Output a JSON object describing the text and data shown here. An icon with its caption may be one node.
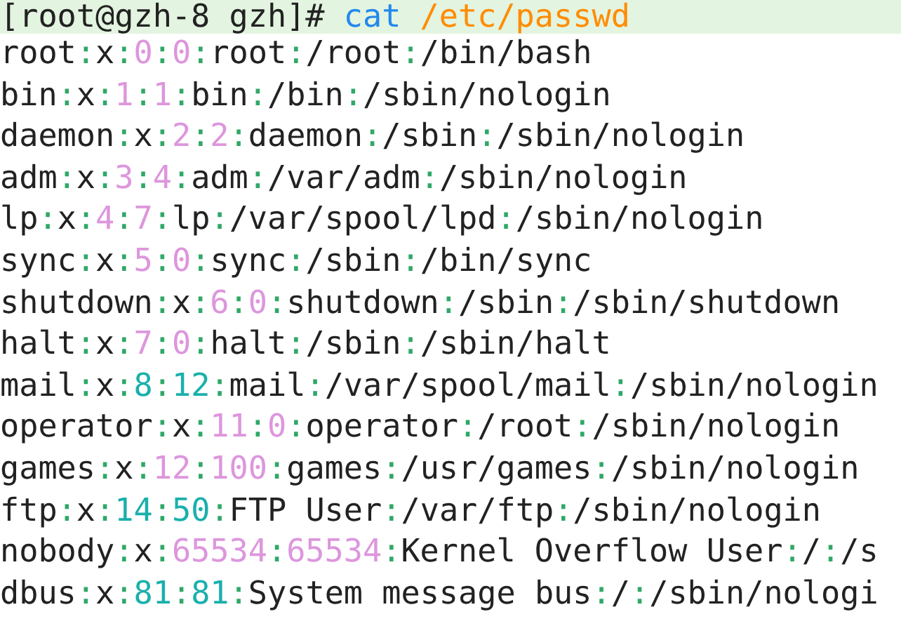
{
  "diagram": {
    "labels": [
      "[root@gzh-8 gzh]# cat /etc/passwd",
      "root:x:0:0:root:/root:/bin/bash",
      "bin:x:1:1:bin:/bin:/sbin/nologin",
      "daemon:x:2:2:daemon:/sbin:/sbin/nologin",
      "adm:x:3:4:adm:/var/adm:/sbin/nologin",
      "lp:x:4:7:lp:/var/spool/lpd:/sbin/nologin",
      "sync:x:5:0:sync:/sbin:/bin/sync",
      "shutdown:x:6:0:shutdown:/sbin:/sbin/shutdown",
      "halt:x:7:0:halt:/sbin:/sbin/halt",
      "mail:x:8:12:mail:/var/spool/mail:/sbin/nologin",
      "operator:x:11:0:operator:/root:/sbin/nologin",
      "games:x:12:100:games:/usr/games:/sbin/nologin",
      "ftp:x:14:50:FTP User:/var/ftp:/sbin/nologin",
      "nobody:x:65534:65534:Kernel Overflow User:/:/s",
      "dbus:x:81:81:System message bus:/:/sbin/nologi"
    ]
  }
}
